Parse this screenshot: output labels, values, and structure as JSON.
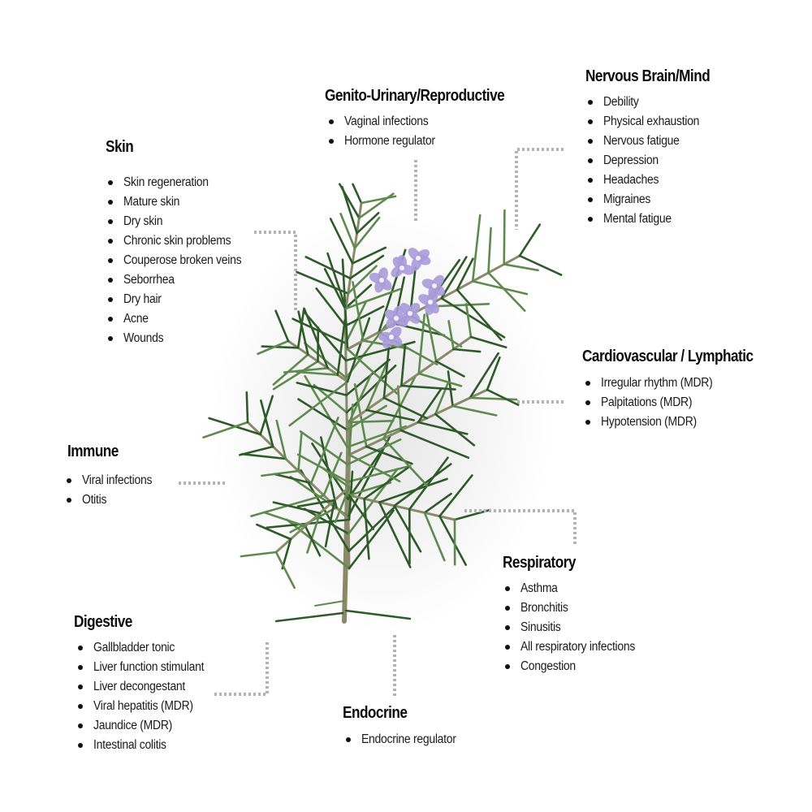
{
  "sections": {
    "skin": {
      "title": "Skin",
      "items": [
        "Skin regeneration",
        "Mature skin",
        "Dry skin",
        "Chronic skin problems",
        "Couperose broken veins",
        "Seborrhea",
        "Dry hair",
        "Acne",
        "Wounds"
      ]
    },
    "genito": {
      "title": "Genito-Urinary/Reproductive",
      "items": [
        "Vaginal infections",
        "Hormone regulator"
      ]
    },
    "nervous": {
      "title": "Nervous Brain/Mind",
      "items": [
        "Debility",
        "Physical exhaustion",
        "Nervous fatigue",
        "Depression",
        "Headaches",
        "Migraines",
        "Mental fatigue"
      ]
    },
    "cardio": {
      "title": "Cardiovascular / Lymphatic",
      "items": [
        "Irregular rhythm (MDR)",
        "Palpitations (MDR)",
        "Hypotension (MDR)"
      ]
    },
    "immune": {
      "title": "Immune",
      "items": [
        "Viral infections",
        "Otitis"
      ]
    },
    "respiratory": {
      "title": "Respiratory",
      "items": [
        "Asthma",
        "Bronchitis",
        "Sinusitis",
        "All respiratory infections",
        "Congestion"
      ]
    },
    "digestive": {
      "title": "Digestive",
      "items": [
        "Gallbladder tonic",
        "Liver function stimulant",
        "Liver decongestant",
        "Viral hepatitis (MDR)",
        "Jaundice (MDR)",
        "Intestinal colitis"
      ]
    },
    "endocrine": {
      "title": "Endocrine",
      "items": [
        "Endocrine regulator"
      ]
    }
  },
  "colors": {
    "connector": "#b3b3b3",
    "needle_dark": "#2f5a2a",
    "needle_light": "#5f8a4f",
    "stem": "#8a8a6a",
    "flower": "#a99bd9"
  },
  "illustration": "rosemary-sprig"
}
